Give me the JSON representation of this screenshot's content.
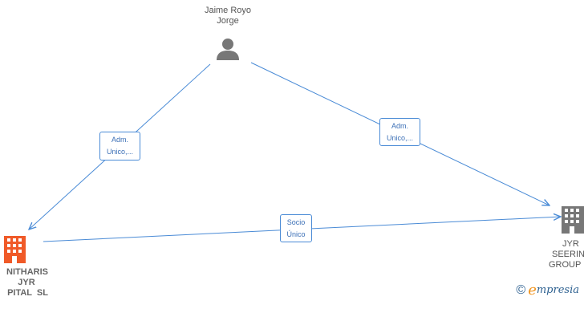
{
  "nodes": {
    "person": {
      "name_lines": [
        "Jaime Royo",
        "Jorge"
      ],
      "icon": "person-icon",
      "color": "#777777"
    },
    "company_left": {
      "name_lines": [
        "NITHARIS",
        "JYR",
        "PITAL  SL"
      ],
      "icon": "building-icon",
      "color": "#f05a28"
    },
    "company_right": {
      "name_lines": [
        "JYR",
        "SEERIN",
        "GROUP"
      ],
      "icon": "building-icon",
      "color": "#777777"
    }
  },
  "edges": {
    "person_to_left": {
      "label_lines": [
        "Adm.",
        "Unico,..."
      ]
    },
    "person_to_right": {
      "label_lines": [
        "Adm.",
        "Unico,..."
      ]
    },
    "left_to_right": {
      "label_lines": [
        "Socio",
        "Único"
      ]
    }
  },
  "edge_color": "#4a8bd6",
  "footer": {
    "copyright_symbol": "©",
    "brand_first": "e",
    "brand_rest": "mpresia"
  }
}
